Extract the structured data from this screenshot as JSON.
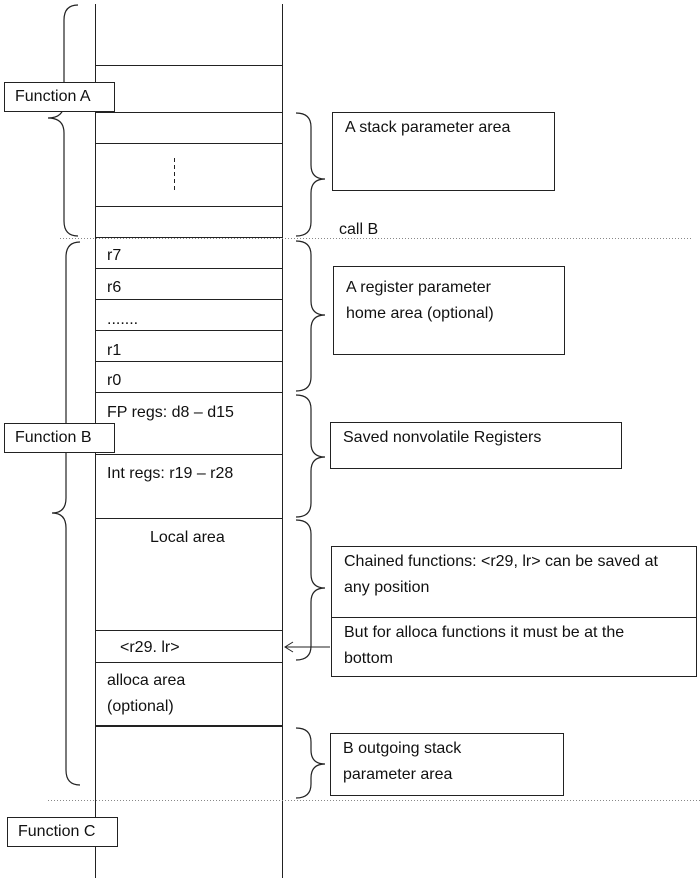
{
  "functions": {
    "a": "Function A",
    "b": "Function B",
    "c": "Function C"
  },
  "stack": {
    "r7": "r7",
    "r6": "r6",
    "ellipsis": ".......",
    "r1": "r1",
    "r0": "r0",
    "fp_regs": "FP regs: d8 – d15",
    "int_regs": "Int regs: r19 – r28",
    "local_area": "Local area",
    "r29_lr": "<r29. lr>",
    "alloca_area_line1": "alloca area",
    "alloca_area_line2": "(optional)"
  },
  "annotations": {
    "call_b": "call B",
    "stack_param_area": "A stack parameter  area",
    "register_home_line1": "A register parameter",
    "register_home_line2": "home area (optional)",
    "saved_nonvolatile": "Saved nonvolatile  Registers",
    "chained_line1": "Chained functions: <r29, lr> can be saved at",
    "chained_line2": "any position",
    "alloca_line1": "But for alloca functions it must be at the",
    "alloca_line2": "bottom",
    "outgoing_line1": "B outgoing stack",
    "outgoing_line2": "parameter area"
  }
}
